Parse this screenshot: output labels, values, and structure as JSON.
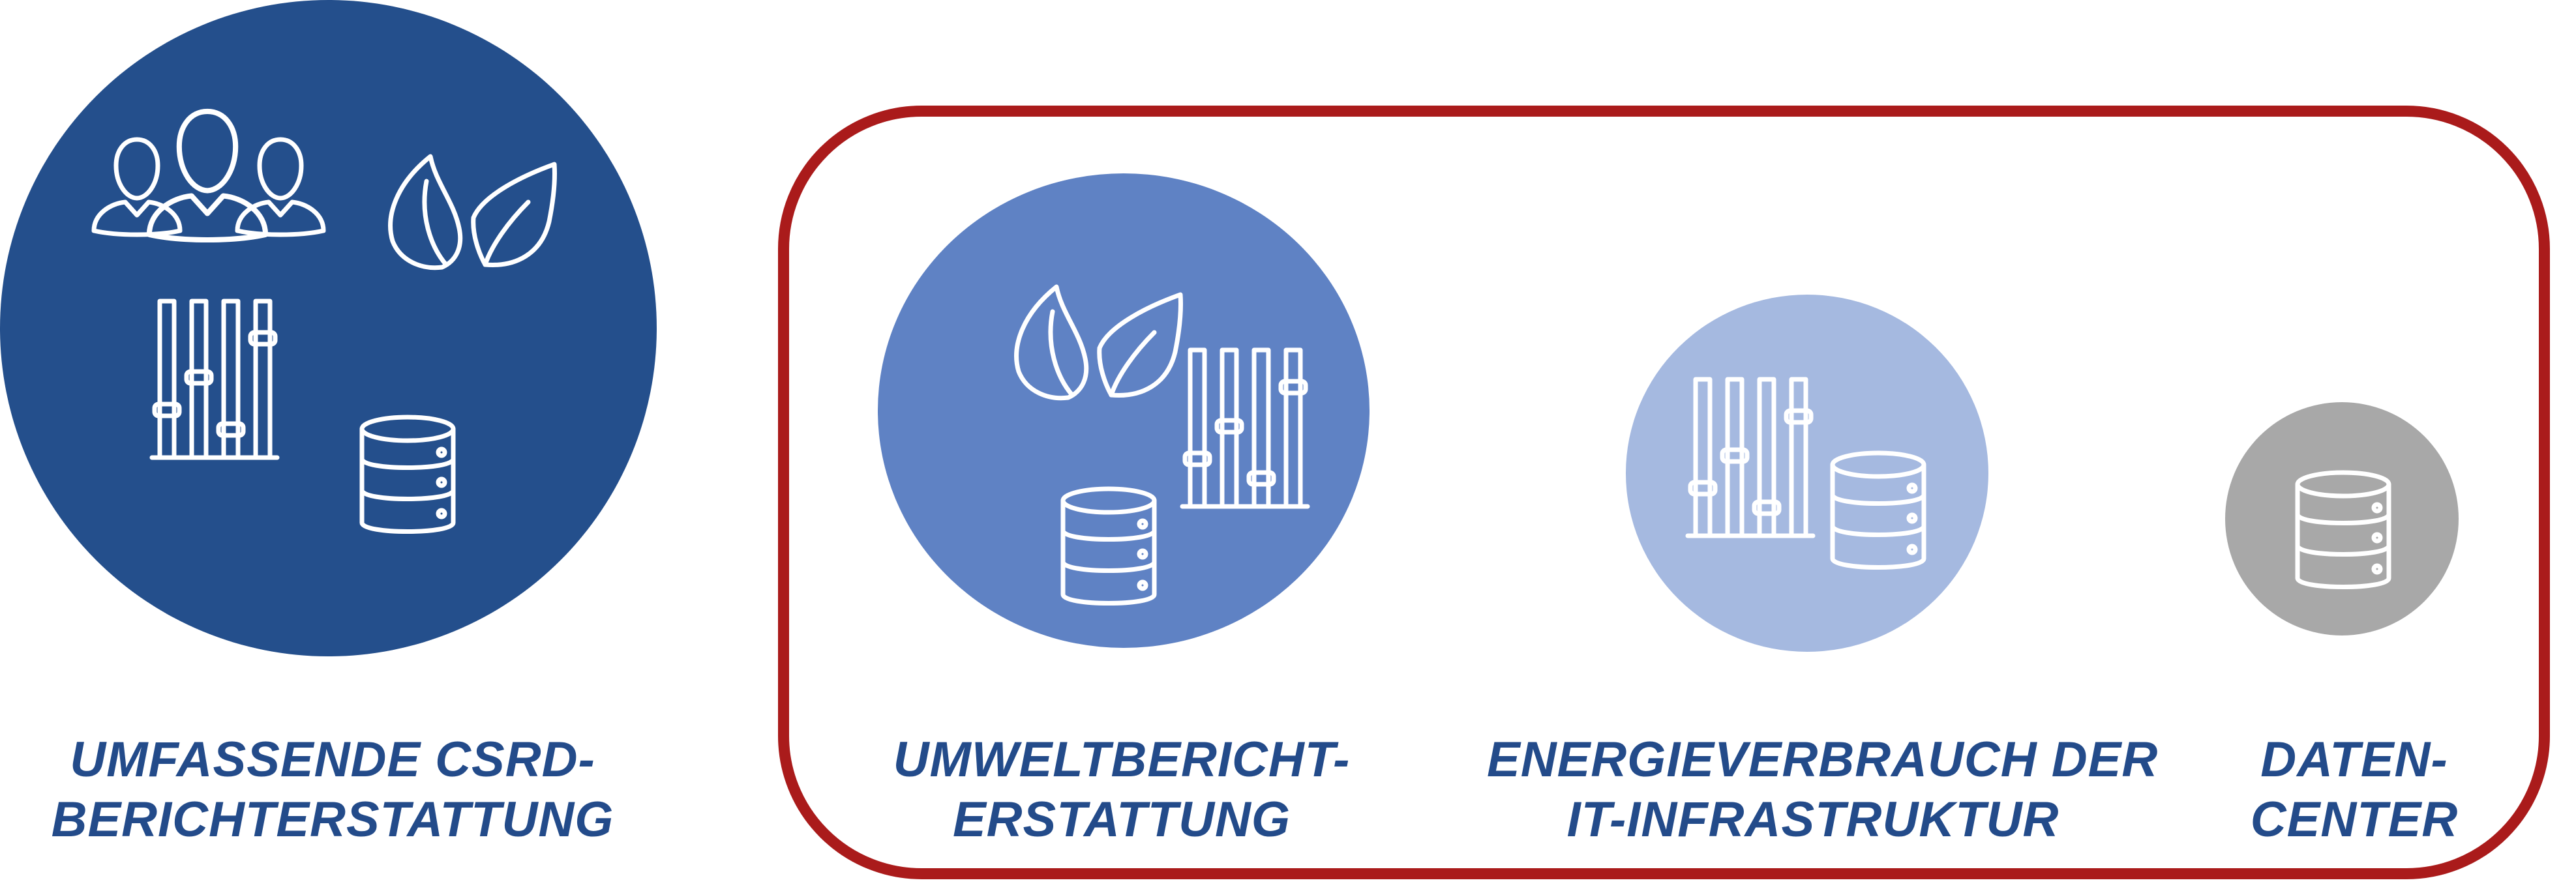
{
  "colors": {
    "frame": "#aa1b1b",
    "label_text": "#234b8a",
    "circle_csrd": "#244f8c",
    "circle_umwelt": "#5f82c4",
    "circle_energie": "#a5b9e0",
    "circle_daten": "#a8a8a8",
    "icon_stroke": "#ffffff"
  },
  "nodes": [
    {
      "id": "csrd",
      "icons": [
        "people-icon",
        "leaves-icon",
        "sliders-icon",
        "database-icon"
      ],
      "label_lines": [
        "UMFASSENDE CSRD-",
        "BERICHTERSTATTUNG"
      ]
    },
    {
      "id": "umwelt",
      "icons": [
        "leaves-icon",
        "sliders-icon",
        "database-icon"
      ],
      "label_lines": [
        "UMWELTBERICHT-",
        "ERSTATTUNG"
      ]
    },
    {
      "id": "energie",
      "icons": [
        "sliders-icon",
        "database-icon"
      ],
      "label_lines": [
        "ENERGIEVERBRAUCH DER",
        "IT-INFRASTRUKTUR"
      ]
    },
    {
      "id": "daten",
      "icons": [
        "database-icon"
      ],
      "label_lines": [
        "DATEN-",
        "CENTER"
      ]
    }
  ]
}
